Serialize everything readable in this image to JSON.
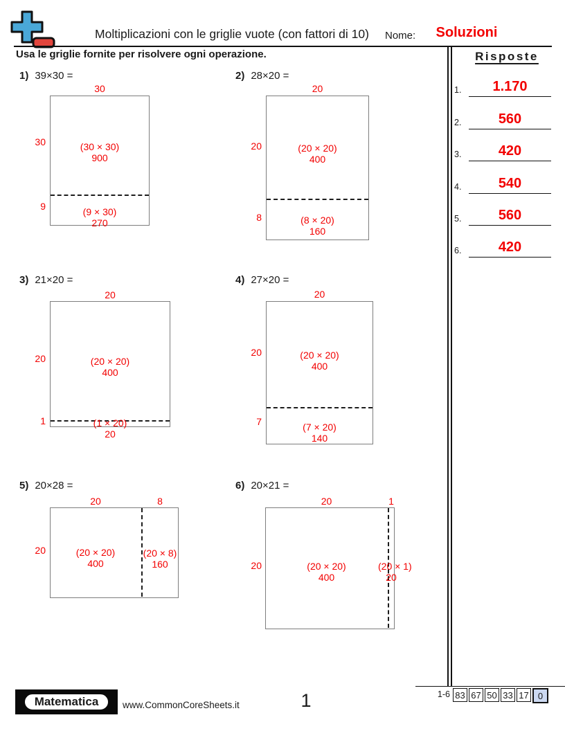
{
  "page": {
    "title": "Moltiplicazioni con le griglie vuote (con fattori di 10)",
    "name_label": "Nome:",
    "name_value": "Soluzioni",
    "instruction": "Usa le griglie fornite per risolvere ogni operazione."
  },
  "answers": {
    "heading": "Risposte",
    "items": [
      {
        "num": "1.",
        "value": "1.170"
      },
      {
        "num": "2.",
        "value": "560"
      },
      {
        "num": "3.",
        "value": "420"
      },
      {
        "num": "4.",
        "value": "540"
      },
      {
        "num": "5.",
        "value": "560"
      },
      {
        "num": "6.",
        "value": "420"
      }
    ]
  },
  "problems": [
    {
      "num": "1)",
      "expr": "39×30 =",
      "top_labels": [
        "30"
      ],
      "side_labels": [
        "30",
        "9"
      ],
      "cell1": {
        "formula": "(30 × 30)",
        "product": "900"
      },
      "cell2": {
        "formula": "(9 × 30)",
        "product": "270"
      }
    },
    {
      "num": "2)",
      "expr": "28×20 =",
      "top_labels": [
        "20"
      ],
      "side_labels": [
        "20",
        "8"
      ],
      "cell1": {
        "formula": "(20 × 20)",
        "product": "400"
      },
      "cell2": {
        "formula": "(8 × 20)",
        "product": "160"
      }
    },
    {
      "num": "3)",
      "expr": "21×20 =",
      "top_labels": [
        "20"
      ],
      "side_labels": [
        "20",
        "1"
      ],
      "cell1": {
        "formula": "(20 × 20)",
        "product": "400"
      },
      "cell2": {
        "formula": "(1 × 20)",
        "product": "20"
      }
    },
    {
      "num": "4)",
      "expr": "27×20 =",
      "top_labels": [
        "20"
      ],
      "side_labels": [
        "20",
        "7"
      ],
      "cell1": {
        "formula": "(20 × 20)",
        "product": "400"
      },
      "cell2": {
        "formula": "(7 × 20)",
        "product": "140"
      }
    },
    {
      "num": "5)",
      "expr": "20×28 =",
      "top_labels": [
        "20",
        "8"
      ],
      "side_labels": [
        "20"
      ],
      "cell1": {
        "formula": "(20 × 20)",
        "product": "400"
      },
      "cell2": {
        "formula": "(20 × 8)",
        "product": "160"
      }
    },
    {
      "num": "6)",
      "expr": "20×21 =",
      "top_labels": [
        "20",
        "1"
      ],
      "side_labels": [
        "20"
      ],
      "cell1": {
        "formula": "(20 × 20)",
        "product": "400"
      },
      "cell2": {
        "formula": "(20 × 1)",
        "product": "20"
      }
    }
  ],
  "footer": {
    "brand": "Matematica",
    "website": "www.CommonCoreSheets.it",
    "page_number": "1",
    "score_range_label": "1-6",
    "score_values": [
      "83",
      "67",
      "50",
      "33",
      "17",
      "0"
    ]
  },
  "colors": {
    "accent_red": "#f20000",
    "grid_border": "#7d7d7d",
    "logo_blue": "#4aa8d8",
    "logo_red": "#e2463d",
    "score_highlight_bg": "#ccd9f2"
  }
}
